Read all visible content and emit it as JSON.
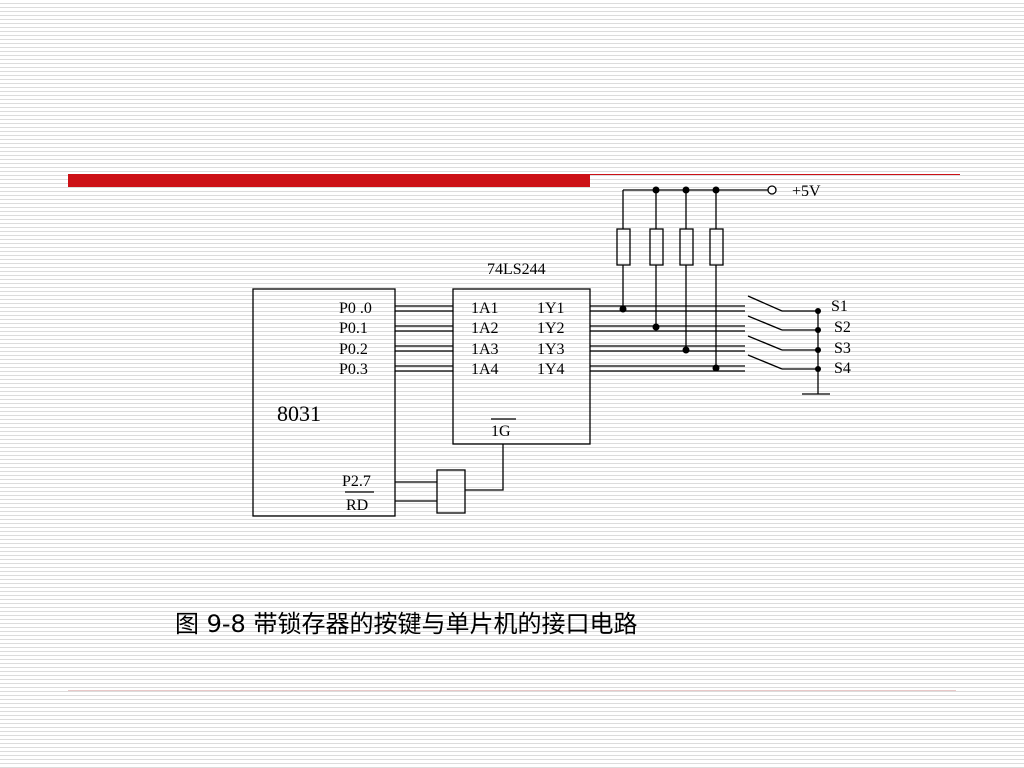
{
  "diagram": {
    "supply_label": "+5V",
    "buffer_chip": {
      "name": "74LS244",
      "inputs": [
        "1A1",
        "1A2",
        "1A3",
        "1A4"
      ],
      "outputs": [
        "1Y1",
        "1Y2",
        "1Y3",
        "1Y4"
      ],
      "enable": "1G"
    },
    "mcu": {
      "name": "8031",
      "ports": [
        "P0 .0",
        "P0.1",
        "P0.2",
        "P0.3"
      ],
      "p27": "P2.7",
      "rd": "RD"
    },
    "switches": [
      "S1",
      "S2",
      "S3",
      "S4"
    ]
  },
  "caption": "图 9-8  带锁存器的按键与单片机的接口电路",
  "colors": {
    "accent": "#cc1116",
    "line": "#000000"
  }
}
